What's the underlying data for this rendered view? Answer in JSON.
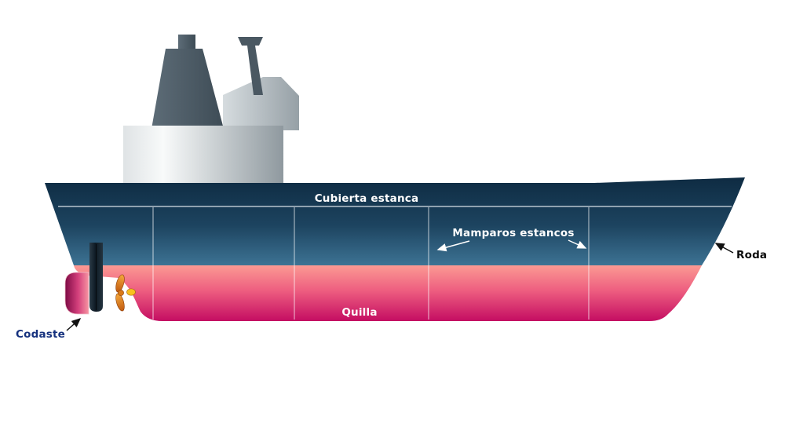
{
  "diagram": {
    "type": "ship-watertight-subdivision-diagram",
    "labels": {
      "deck": "Cubierta estanca",
      "bulkheads": "Mamparos estancos",
      "keel": "Quilla",
      "stem": "Roda",
      "sternpost": "Codaste"
    },
    "colors": {
      "hull_upper_top": "#0e2b42",
      "hull_upper_bottom": "#3d7394",
      "hull_lower_top": "#fb9a93",
      "hull_lower_bottom": "#c40d62",
      "superstructure_light": "#f8fafa",
      "superstructure_dark": "#8f999f",
      "bridge_dark": "#3e4c56",
      "rudder": "#0e1a24",
      "propeller": "#e07818",
      "hub": "#f9c11e",
      "label_light": "#ffffff",
      "label_stem": "#0a0a0a",
      "label_sternpost": "#15317e",
      "compartment_lines": "#ffffff"
    },
    "compartments": 5,
    "bulkhead_count": 4
  }
}
